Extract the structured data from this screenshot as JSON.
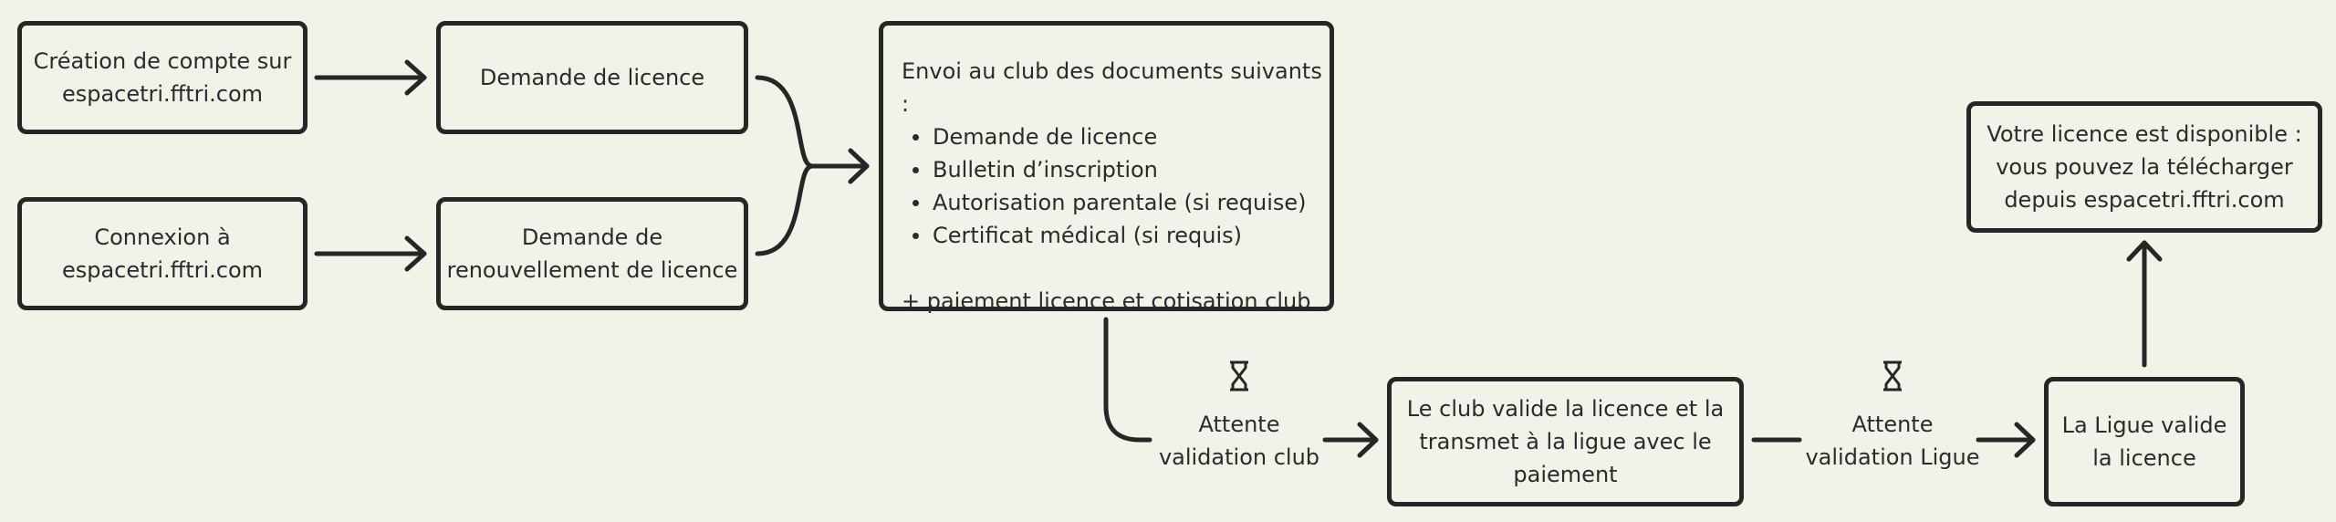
{
  "nodes": {
    "creation": {
      "lines": [
        "Création de compte sur",
        "espacetri.fftri.com"
      ]
    },
    "demande": {
      "lines": [
        "Demande de licence"
      ]
    },
    "connexion": {
      "lines": [
        "Connexion à",
        "espacetri.fftri.com"
      ]
    },
    "renouvellement": {
      "lines": [
        "Demande de",
        "renouvellement de licence"
      ]
    },
    "envoi": {
      "heading": "Envoi au club des documents suivants :",
      "items": [
        "Demande de licence",
        "Bulletin d’inscription",
        "Autorisation parentale (si requise)",
        "Certificat médical (si requis)"
      ],
      "footer": "+ paiement licence et cotisation club"
    },
    "club_valide": {
      "lines": [
        "Le club valide la licence et la",
        "transmet à la ligue avec le",
        "paiement"
      ]
    },
    "ligue_valide": {
      "lines": [
        "La Ligue valide",
        "la licence"
      ]
    },
    "disponible": {
      "lines": [
        "Votre licence est disponible :",
        "vous pouvez la télécharger",
        "depuis espacetri.fftri.com"
      ]
    }
  },
  "waits": {
    "club": {
      "lines": [
        "Attente",
        "validation club"
      ],
      "icon": "hourglass-icon"
    },
    "ligue": {
      "lines": [
        "Attente",
        "validation Ligue"
      ],
      "icon": "hourglass-icon"
    }
  },
  "colors": {
    "background": "#f3f2e8",
    "stroke": "#262626",
    "text": "#2b2b2b"
  }
}
